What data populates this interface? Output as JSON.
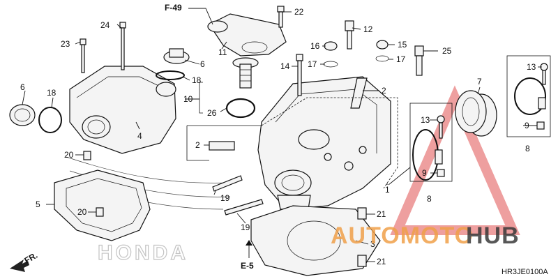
{
  "header": {
    "ref_top": "F-49",
    "ref_bottom": "E-5",
    "direction": "FR.",
    "diagram_code": "HR3JE0100A"
  },
  "watermark": {
    "part1": "AUTOMOTO",
    "part2": "HUB",
    "brand_logo": "HONDA"
  },
  "colors": {
    "watermark_orange": "#f0a04a",
    "watermark_dark": "#3a3a3a",
    "triangle_red": "#e05050"
  },
  "callouts": {
    "c22": "22",
    "c12": "12",
    "c24": "24",
    "c11": "11",
    "c16": "16",
    "c15": "15",
    "c23": "23",
    "c25": "25",
    "c6a": "6",
    "c14": "14",
    "c17a": "17",
    "c17b": "17",
    "c13a": "13",
    "c7": "7",
    "c18a": "18",
    "c6b": "6",
    "c18b": "18",
    "c10": "10",
    "c2a": "2",
    "c26": "26",
    "c4": "4",
    "c9a": "9",
    "c13b": "13",
    "c8a": "8",
    "c20a": "20",
    "c2b": "2",
    "c19a": "19",
    "c9b": "9",
    "c1": "1",
    "c8b": "8",
    "c5": "5",
    "c20b": "20",
    "c19b": "19",
    "c21a": "21",
    "c3": "3",
    "c21b": "21"
  }
}
